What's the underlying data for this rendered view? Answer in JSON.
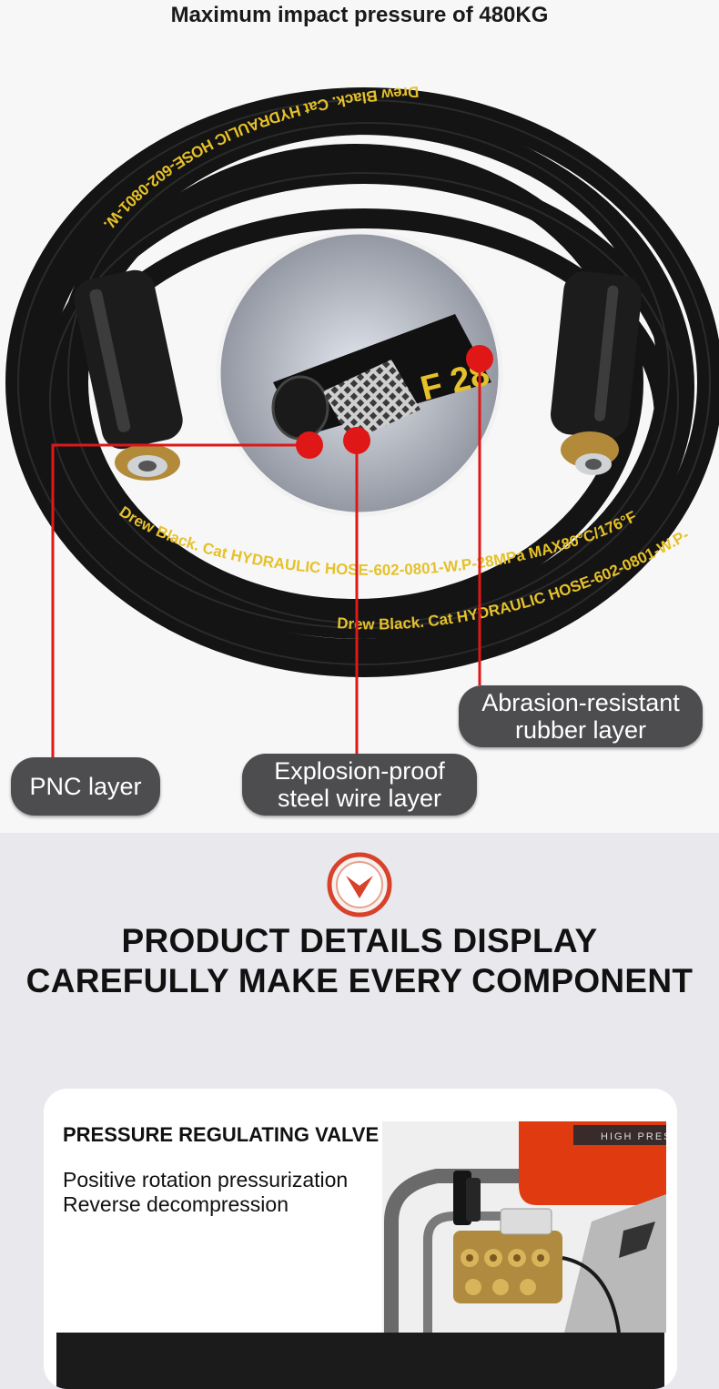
{
  "top_caption": "Maximum impact pressure of 480KG",
  "hose_print_text": "Drew Black. Cat  HYDRAULIC  HOSE-602-0801-W.P-28MPa  MAX80°C/176°F",
  "inset_print_text": "F 28",
  "callouts": {
    "abrasion": "Abrasion-resistant rubber layer",
    "pnc": "PNC layer",
    "steel": "Explosion-proof steel wire layer"
  },
  "details": {
    "icon": "chevron-down-icon",
    "heading_line_1": "PRODUCT DETAILS DISPLAY",
    "heading_line_2": "CAREFULLY MAKE EVERY COMPONENT"
  },
  "card": {
    "title": "PRESSURE REGULATING VALVE",
    "line_1": "Positive rotation pressurization",
    "line_2": "Reverse decompression",
    "machine_label": "HIGH PRESS"
  },
  "colors": {
    "callout_bg": "#4d4d4f",
    "marker_red": "#e01717",
    "hose_print": "#e6c12a",
    "icon_red": "#d8412a"
  }
}
